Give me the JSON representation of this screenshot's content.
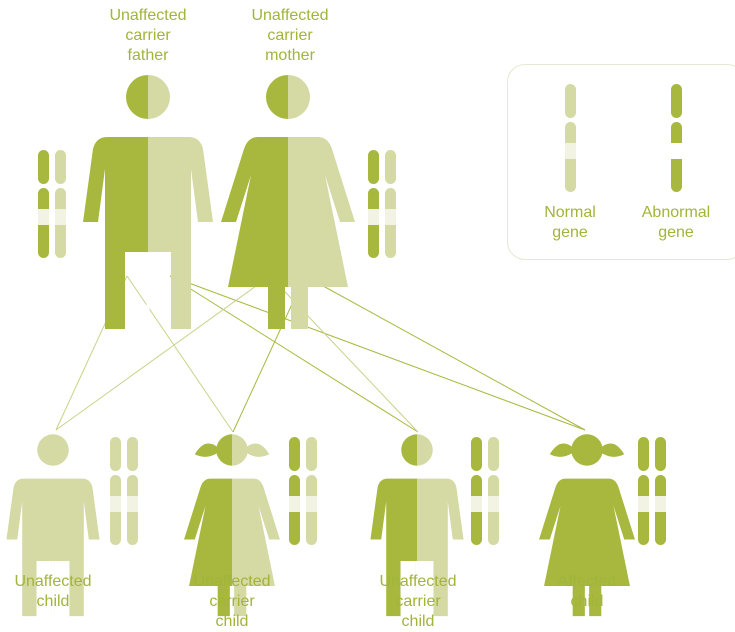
{
  "colors": {
    "dark": "#a8b83f",
    "light": "#d5d9a3",
    "band": "#f2f3e3",
    "text": "#a2b43a",
    "line_dark": "#a8b83f",
    "line_light": "#c9d28a"
  },
  "parents": {
    "father_label": "Unaffected\ncarrier\nfather",
    "mother_label": "Unaffected\ncarrier\nmother"
  },
  "legend": {
    "normal_label": "Normal\ngene",
    "abnormal_label": "Abnormal\ngene"
  },
  "children": [
    {
      "label": "Unaffected\nchild"
    },
    {
      "label": "Unaffected\ncarrier\nchild"
    },
    {
      "label": "Unaffected\ncarrier\nchild"
    },
    {
      "label": "Affected\nchild"
    }
  ]
}
